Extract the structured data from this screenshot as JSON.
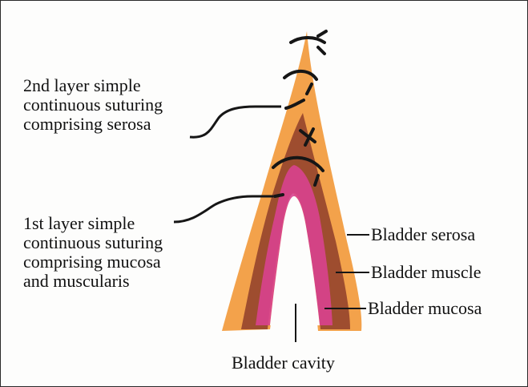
{
  "labels": {
    "second_layer": [
      "2nd layer simple",
      "continuous suturing",
      "comprising serosa"
    ],
    "first_layer": [
      "1st layer simple",
      "continuous suturing",
      "comprising mucosa",
      "and muscularis"
    ],
    "bladder_serosa": "Bladder serosa",
    "bladder_muscle": "Bladder muscle",
    "bladder_mucosa": "Bladder mucosa",
    "bladder_cavity": "Bladder cavity"
  },
  "colors": {
    "serosa": "#f29a3c",
    "muscle": "#8b3a2a",
    "mucosa": "#d8428f",
    "suture": "#161616",
    "background": "#fdfdfc"
  }
}
